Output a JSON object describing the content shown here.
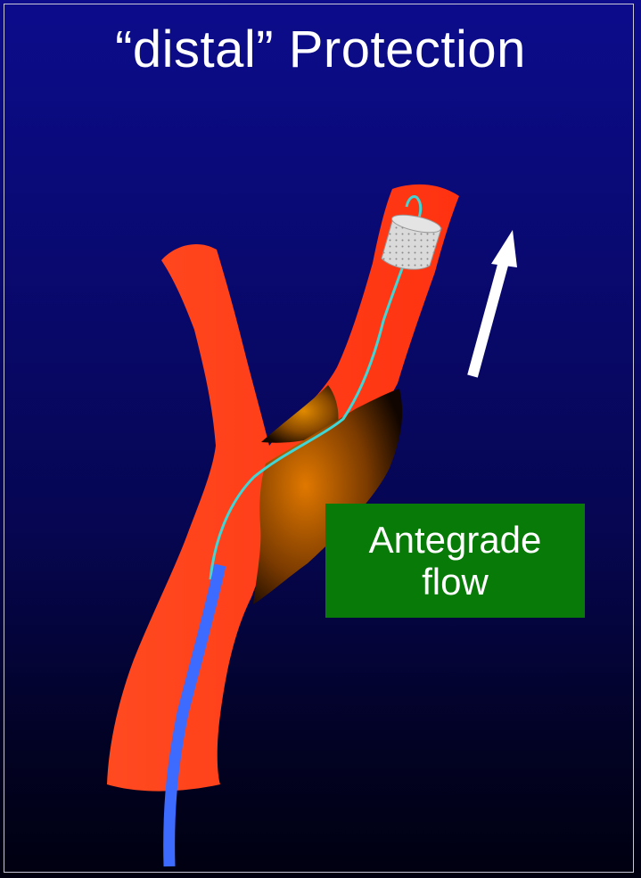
{
  "slide": {
    "title": "“distal” Protection",
    "label_line1": "Antegrade",
    "label_line2": "flow"
  },
  "colors": {
    "background_top": "#0c0c8c",
    "background_bottom": "#000010",
    "artery": "#ff3b14",
    "plaque": "#d07000",
    "catheter": "#3d6bff",
    "guidewire": "#3fd6d6",
    "filter": "#d8d8d8",
    "label_box": "#087a08",
    "arrow": "#ffffff"
  },
  "icons": [
    "flow-arrow-icon",
    "filter-basket-icon"
  ]
}
